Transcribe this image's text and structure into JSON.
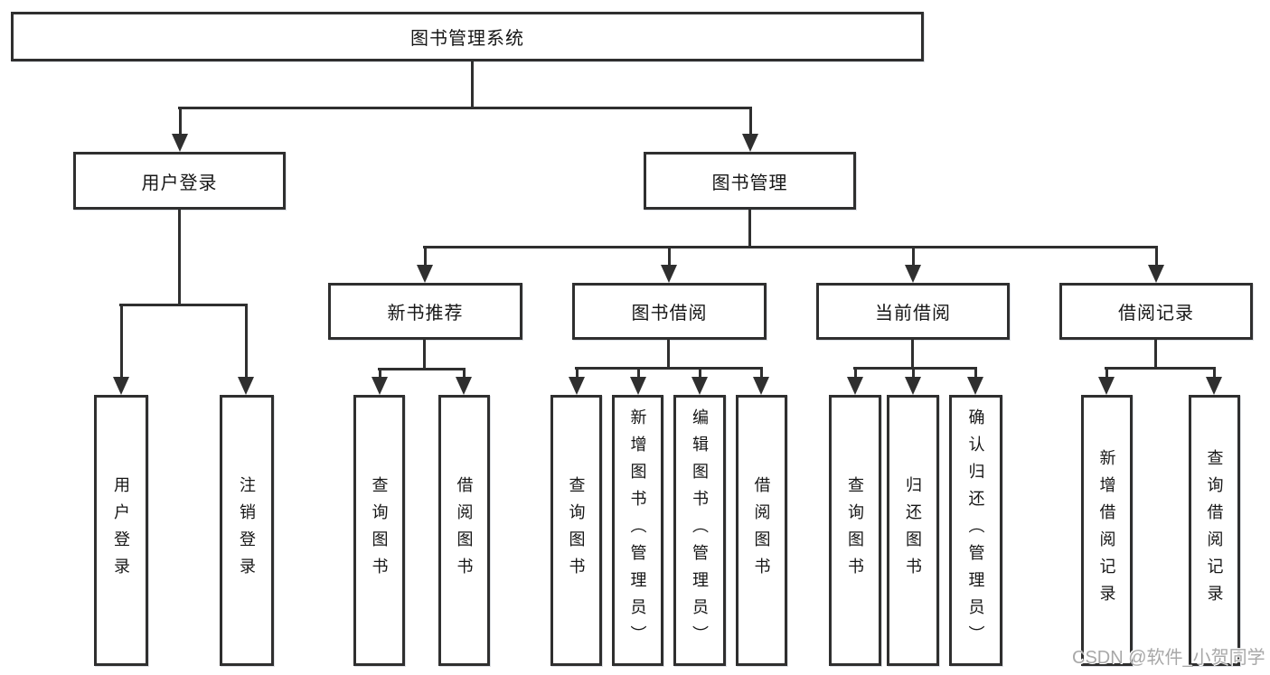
{
  "diagram": {
    "type": "hierarchy-tree",
    "nodes": {
      "root": "图书管理系统",
      "user_login": "用户登录",
      "book_mgmt": "图书管理",
      "new_book_rec": "新书推荐",
      "book_borrow": "图书借阅",
      "current_borrow": "当前借阅",
      "borrow_record": "借阅记录",
      "leaf_user_login": "用户登录",
      "leaf_logout": "注销登录",
      "leaf_nb_query": "查询图书",
      "leaf_nb_borrow": "借阅图书",
      "leaf_bb_query": "查询图书",
      "leaf_bb_add": "新增图书（管理员）",
      "leaf_bb_edit": "编辑图书（管理员）",
      "leaf_bb_borrow": "借阅图书",
      "leaf_cb_query": "查询图书",
      "leaf_cb_return": "归还图书",
      "leaf_cb_confirm": "确认归还（管理员）",
      "leaf_br_add": "新增借阅记录",
      "leaf_br_query": "查询借阅记录"
    },
    "hierarchy": {
      "图书管理系统": {
        "用户登录": [
          "用户登录",
          "注销登录"
        ],
        "图书管理": {
          "新书推荐": [
            "查询图书",
            "借阅图书"
          ],
          "图书借阅": [
            "查询图书",
            "新增图书（管理员）",
            "编辑图书（管理员）",
            "借阅图书"
          ],
          "当前借阅": [
            "查询图书",
            "归还图书",
            "确认归还（管理员）"
          ],
          "借阅记录": [
            "新增借阅记录",
            "查询借阅记录"
          ]
        }
      }
    }
  },
  "watermark": "CSDN @软件_小贺同学",
  "colors": {
    "line": "#2f2f2f",
    "text": "#161616",
    "background": "#ffffff",
    "watermark": "#a8a8a8"
  }
}
